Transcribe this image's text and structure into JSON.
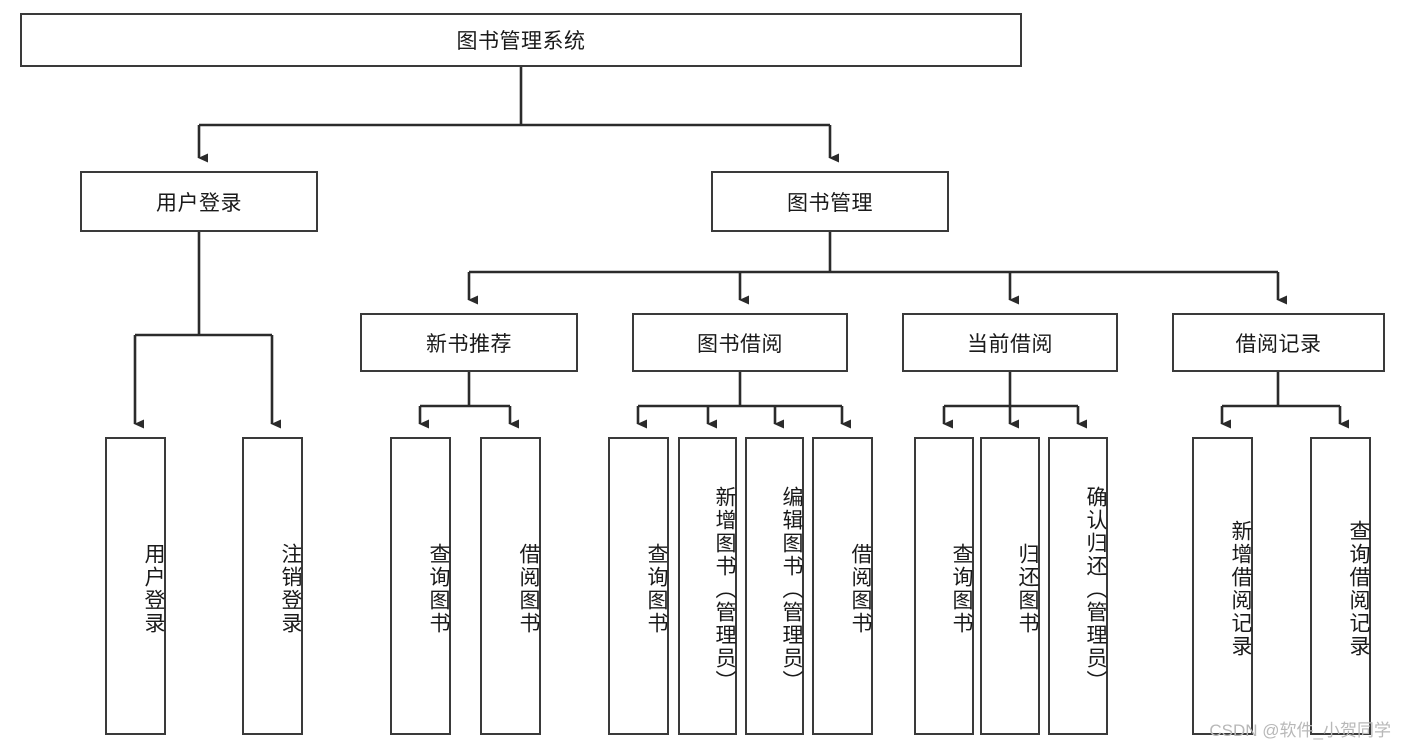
{
  "diagram": {
    "type": "tree-hierarchy",
    "title": "图书管理系统",
    "watermark": "CSDN @软件_小贺同学",
    "colors": {
      "box_border": "#3a3a3a",
      "box_fill": "#ffffff",
      "connector": "#2b2b2b",
      "text": "#1a1a1a",
      "watermark": "#b8b8b8"
    },
    "levels": {
      "root": {
        "label": "图书管理系统"
      },
      "level2": [
        {
          "label": "用户登录"
        },
        {
          "label": "图书管理"
        }
      ],
      "level3": [
        {
          "label": "新书推荐"
        },
        {
          "label": "图书借阅"
        },
        {
          "label": "当前借阅"
        },
        {
          "label": "借阅记录"
        }
      ],
      "leaves": {
        "user_login": [
          {
            "label": "用户登录"
          },
          {
            "label": "注销登录"
          }
        ],
        "new_book": [
          {
            "label": "查询图书"
          },
          {
            "label": "借阅图书"
          }
        ],
        "book_borrow": [
          {
            "label": "查询图书"
          },
          {
            "label": "新增图书（管理员）"
          },
          {
            "label": "编辑图书（管理员）"
          },
          {
            "label": "借阅图书"
          }
        ],
        "current_borrow": [
          {
            "label": "查询图书"
          },
          {
            "label": "归还图书"
          },
          {
            "label": "确认归还（管理员）"
          }
        ],
        "borrow_record": [
          {
            "label": "新增借阅记录"
          },
          {
            "label": "查询借阅记录"
          }
        ]
      }
    }
  }
}
